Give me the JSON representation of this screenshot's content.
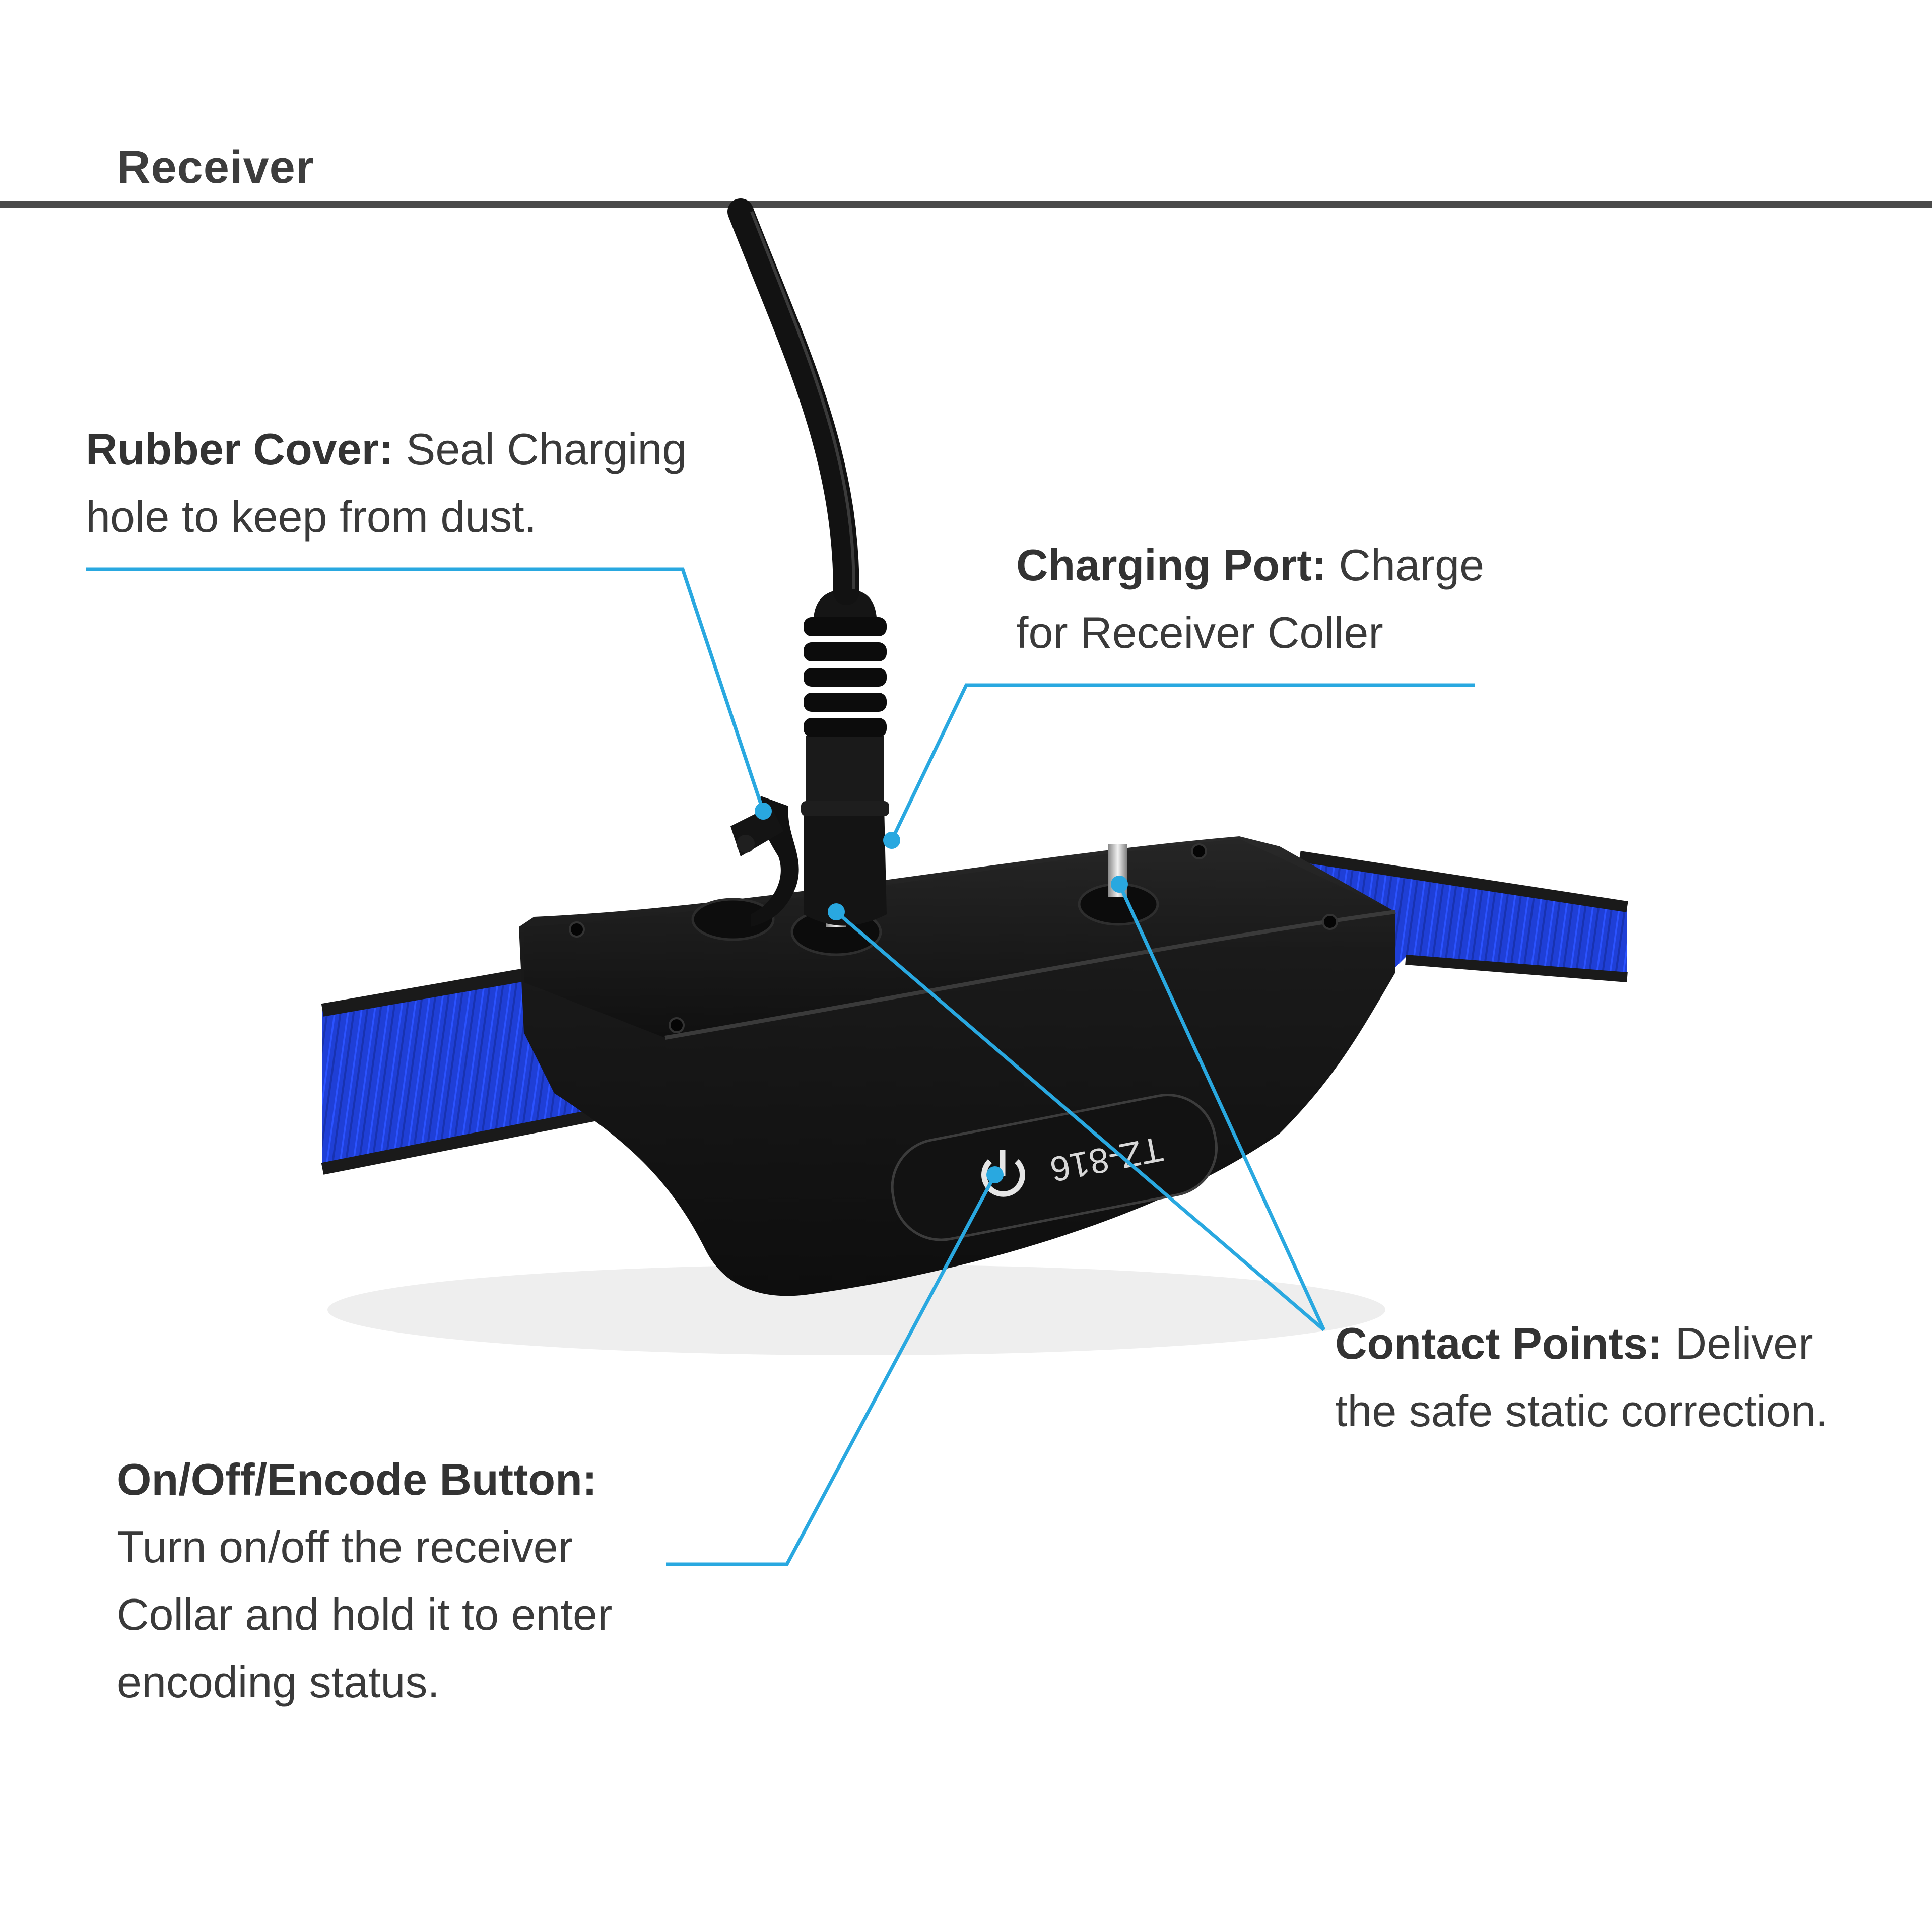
{
  "title": "Receiver",
  "device_model": "TZ-816",
  "colors": {
    "callout_line": "#29a8e0",
    "strap_blue": "#1f3fd6",
    "strap_edge": "#1a1a1a",
    "device_body": "#161616",
    "rule": "#4a4a4a"
  },
  "labels": {
    "rubber_cover": {
      "heading": "Rubber Cover:",
      "line1": " Seal Charging",
      "line2": "hole to keep from dust."
    },
    "charging_port": {
      "heading": "Charging Port:",
      "line1": " Charge",
      "line2": "for Receiver Coller"
    },
    "contact_points": {
      "heading": "Contact Points:",
      "line1": " Deliver",
      "line2": "the safe static correction."
    },
    "button": {
      "heading": "On/Off/Encode Button:",
      "line1": "Turn on/off the receiver",
      "line2": "Collar and hold it to enter",
      "line3": "encoding status."
    }
  },
  "icons": [
    "power-icon"
  ]
}
